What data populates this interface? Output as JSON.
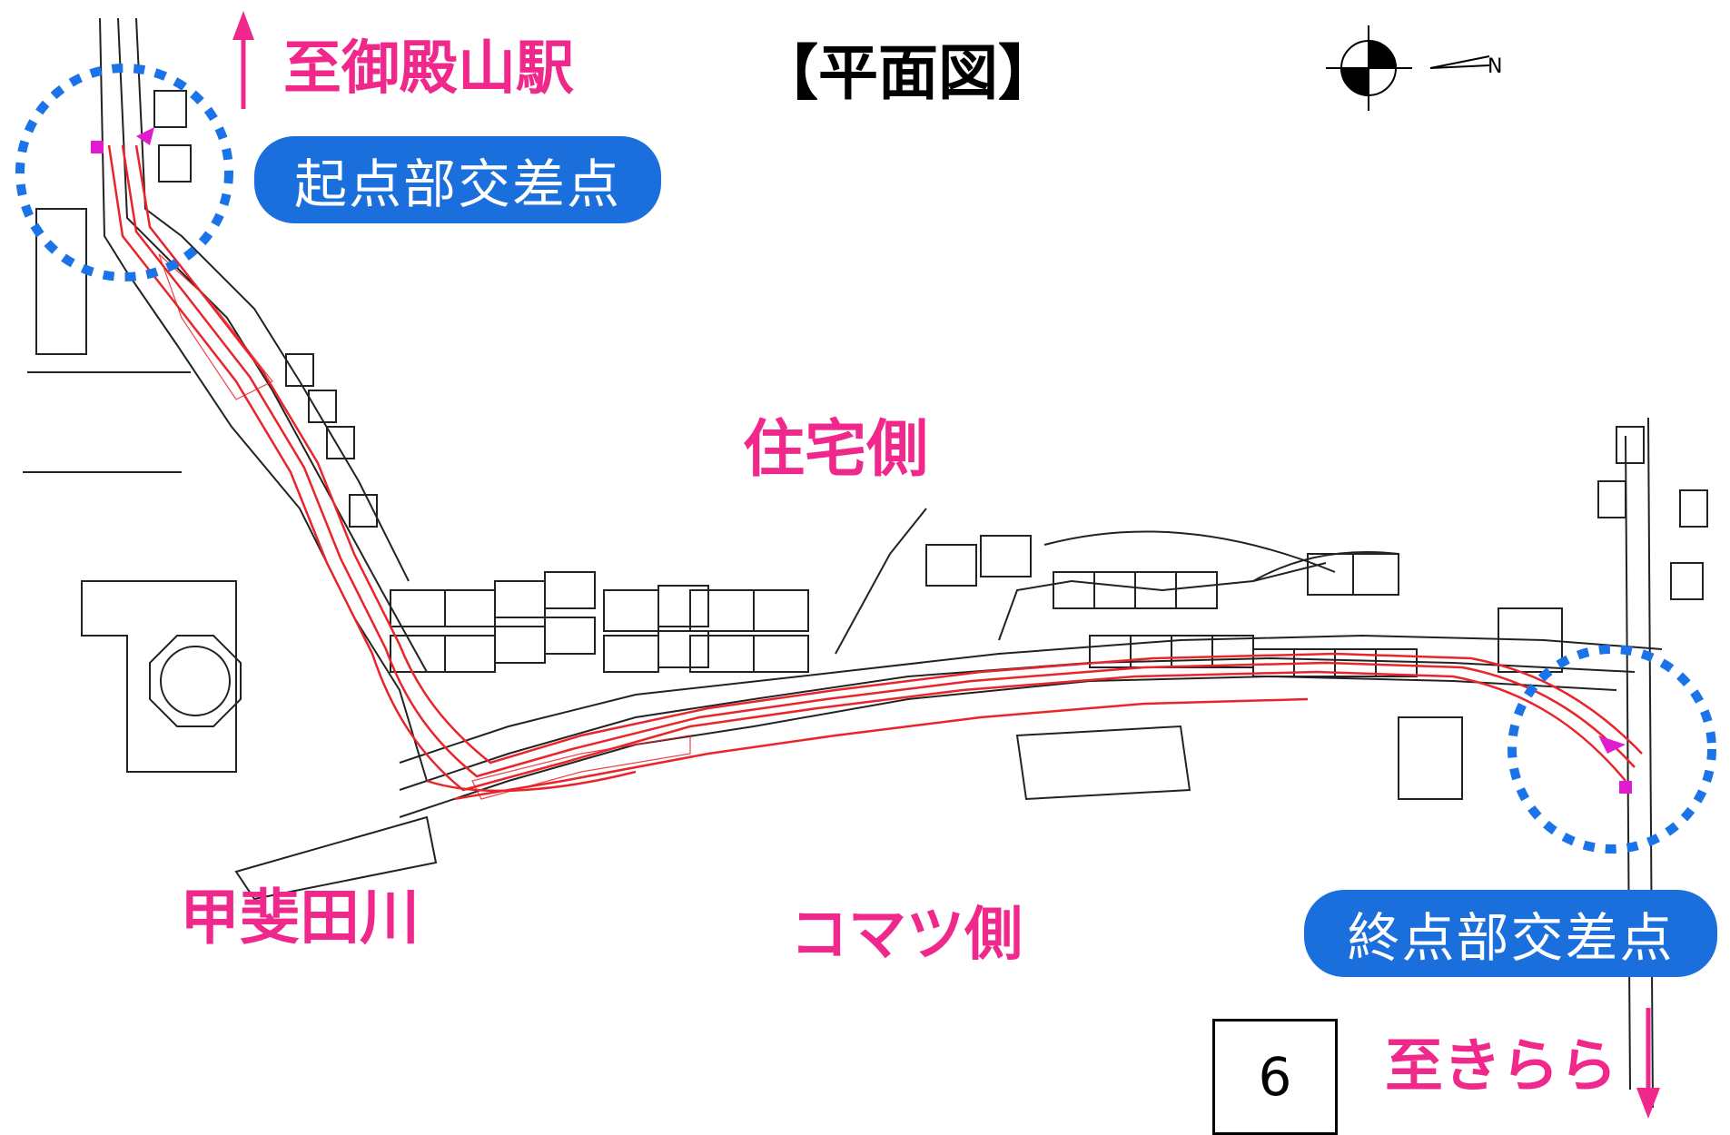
{
  "title": "【平面図】",
  "labels": {
    "to_gotemba": "至御殿山駅",
    "to_kirara": "至きらら",
    "residential_side": "住宅側",
    "komatsu_side": "コマツ側",
    "river": "甲斐田川"
  },
  "callouts": {
    "start_intersection": "起点部交差点",
    "end_intersection": "終点部交差点"
  },
  "page_number": "6",
  "colors": {
    "label_pink": "#f0288c",
    "callout_blue": "#1a6fdc",
    "circle_blue": "#1a73e8",
    "road_red": "#e8252b",
    "linework": "#222222"
  },
  "icons": [
    "north-arrow-icon",
    "direction-arrow-up-icon",
    "direction-arrow-down-icon"
  ]
}
